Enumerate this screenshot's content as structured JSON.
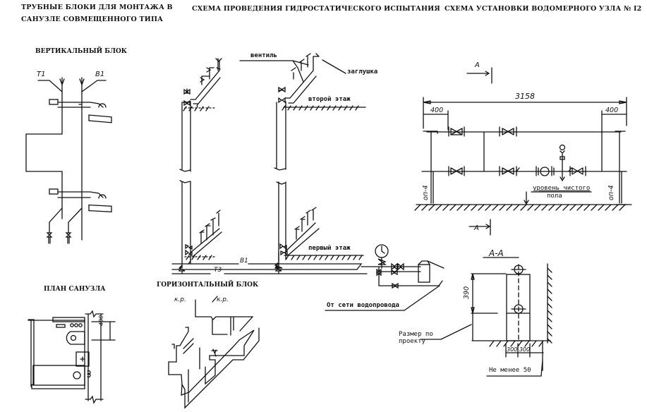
{
  "titles": {
    "left_line1": "ТРУБНЫЕ БЛОКИ ДЛЯ МОНТАЖА В",
    "left_line2": "САНУЗЛЕ СОВМЕЩЕННОГО ТИПА",
    "middle": "СХЕМА ПРОВЕДЕНИЯ ГИДРОСТАТИЧЕСКОГО ИСПЫТАНИЯ",
    "right": "СХЕМА УСТАНОВКИ ВОДОМЕРНОГО УЗЛА № I2"
  },
  "vertical_block": {
    "heading": "ВЕРТИКАЛЬНЫЙ БЛОК",
    "label_t1": "Т1",
    "label_b1": "В1"
  },
  "bathroom_plan": {
    "heading": "ПЛАН САНУЗЛА",
    "dimension": "400"
  },
  "hydro_test": {
    "valve_label": "вентиль",
    "plug_label": "заглушка",
    "second_floor": "второй этаж",
    "first_floor": "первый этаж",
    "pipe_b1": "В1",
    "pipe_t3": "Т3",
    "water_supply": "От сети водопровода"
  },
  "horizontal_block": {
    "heading": "ГОРИЗОНТАЛЬНЫЙ БЛОК",
    "kr_left": "к.р.",
    "kr_right": "к.р."
  },
  "water_meter": {
    "section_mark": "А",
    "overall_dim": "3158",
    "left_dim": "400",
    "right_dim": "400",
    "support_left": "оп-4",
    "support_right": "оп-4",
    "floor_level_line1": "уровень чистого",
    "floor_level_line2": "пола"
  },
  "section_aa": {
    "heading": "А-А",
    "height_dim": "390",
    "project_size_line1": "Размер по",
    "project_size_line2": "проекту",
    "bottom_dims": "300 300",
    "min_distance": "Не менее 50"
  }
}
